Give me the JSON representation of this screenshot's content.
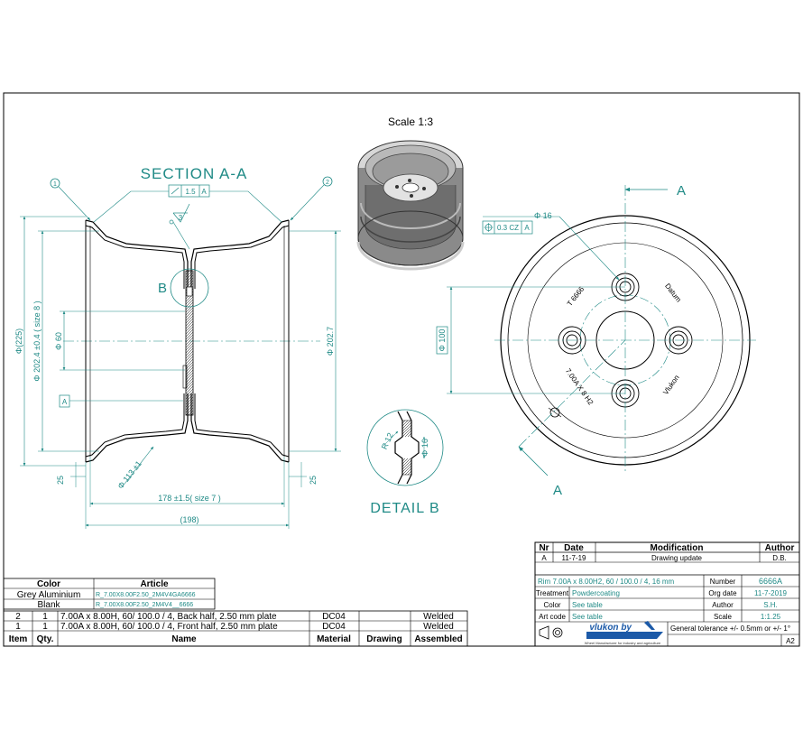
{
  "scale_label": "Scale 1:3",
  "section": {
    "title": "SECTION A-A",
    "balloon_1": "1",
    "balloon_2": "2",
    "flatness_value": "1.5",
    "flatness_datum": "A",
    "roughness": "3",
    "detail_ref": "B",
    "datum_label": "A",
    "dims": {
      "d225": "Φ(225)",
      "d2024": "Φ 202.4 ±0.4 ( size 8 )",
      "d60": "Φ 60",
      "d2027": "Φ 202.7",
      "d113": "Φ 113 ±1",
      "w178": "178 ±1.5( size 7 )",
      "w198": "(198)",
      "l25": "25",
      "r25": "25"
    }
  },
  "detail_b": {
    "title": "DETAIL B",
    "r12": "R 12",
    "d16": "Φ 16"
  },
  "front_view": {
    "section_mark_top": "A",
    "section_mark_bottom": "A",
    "hole_dia": "Φ 16",
    "pos_tol": "0.3 CZ",
    "pos_datum": "A",
    "pcd": "Φ 100",
    "stamp_left": "T 6666",
    "stamp_right": "Datum",
    "stamp_bottom": "7.00A X 8 H2",
    "stamp_vlukon": "Vlukon"
  },
  "revision_table": {
    "headers": [
      "Nr",
      "Date",
      "Modification",
      "Author"
    ],
    "rows": [
      [
        "A",
        "11-7-19",
        "Drawing update",
        "D.B."
      ]
    ]
  },
  "title_block": {
    "description": "Rim 7.00A x 8.00H2,  60 / 100.0 / 4,  16 mm",
    "number_label": "Number",
    "number_value": "6666A",
    "treatment_label": "Treatment",
    "treatment_value": "Powdercoating",
    "org_date_label": "Org date",
    "org_date_value": "11-7-2019",
    "color_label": "Color",
    "color_value": "See table",
    "author_label": "Author",
    "author_value": "S.H.",
    "art_code_label": "Art code",
    "art_code_value": "See table",
    "scale_label": "Scale",
    "scale_value": "1:1.25",
    "logo_text": "vlukon by",
    "logo_sub": "Wheel Manufacturer for industry and agriculture",
    "tolerance": "General tolerance +/- 0.5mm or +/- 1°",
    "sheet_size": "A2"
  },
  "color_table": {
    "headers": [
      "Color",
      "Article"
    ],
    "rows": [
      [
        "Grey Aluminium",
        "R_7.00X8.00F2.50_2M4V4GA6666"
      ],
      [
        "Blank",
        "R_7.00X8.00F2.50_2M4V4__6666"
      ]
    ]
  },
  "parts_table": {
    "headers": [
      "Item",
      "Qty.",
      "Name",
      "Material",
      "Drawing",
      "Assembled"
    ],
    "rows": [
      [
        "2",
        "1",
        "7.00A x 8.00H,  60/ 100.0 / 4, Back half, 2.50 mm plate",
        "DC04",
        "",
        "Welded"
      ],
      [
        "1",
        "1",
        "7.00A x 8.00H,  60/ 100.0 / 4, Front half, 2.50 mm plate",
        "DC04",
        "",
        "Welded"
      ]
    ]
  }
}
